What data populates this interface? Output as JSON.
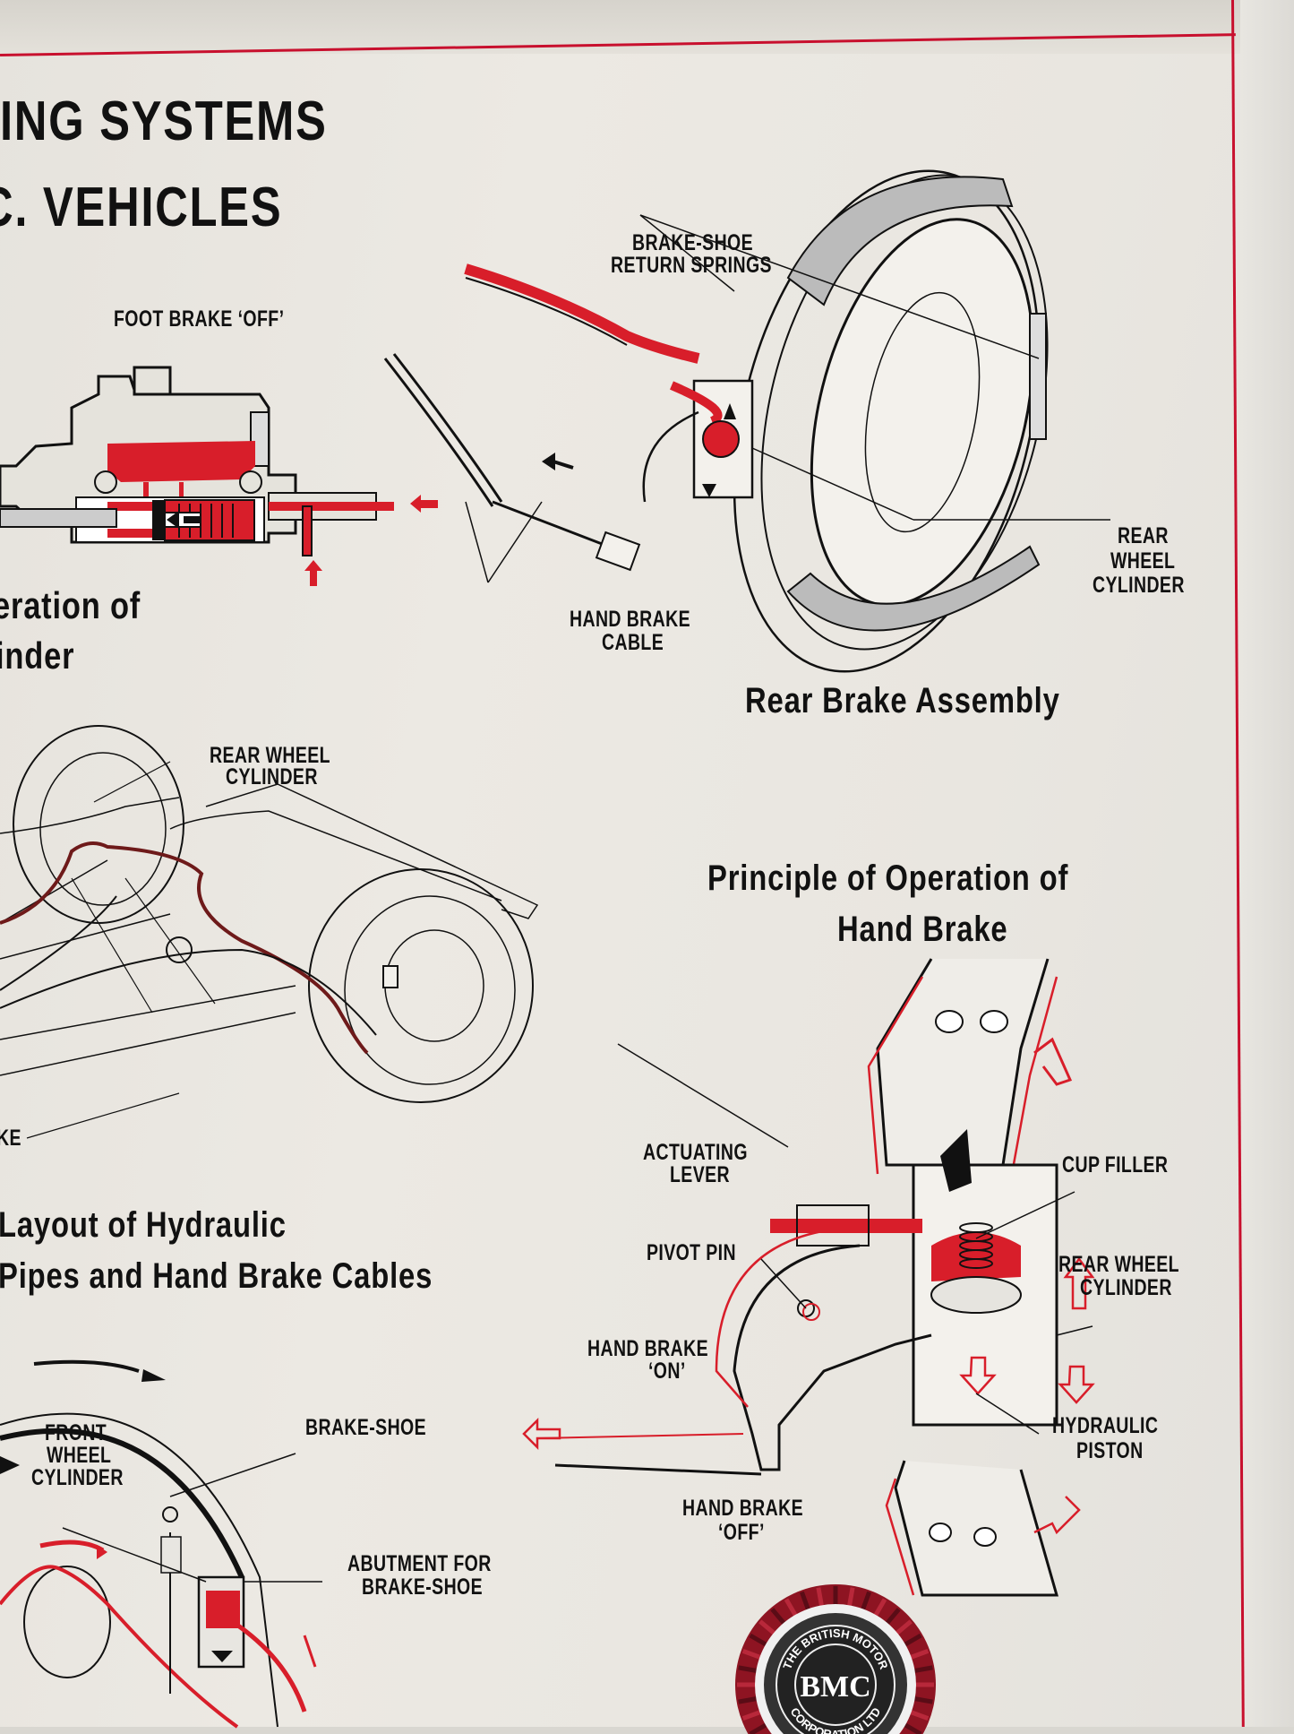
{
  "poster": {
    "title_line1": "ING SYSTEMS",
    "title_line2": "C. VEHICLES",
    "border_color": "#c8102e",
    "accent_red": "#d81e2a"
  },
  "master_cylinder": {
    "label_foot_brake": "FOOT BRAKE ‘OFF’",
    "heading_line1": "eration of",
    "heading_line2": "inder"
  },
  "rear_brake_assembly": {
    "label_return_springs_line1": "BRAKE-SHOE",
    "label_return_springs_line2": "RETURN SPRINGS",
    "label_hand_brake_cable_line1": "HAND BRAKE",
    "label_hand_brake_cable_line2": "CABLE",
    "label_rear_wheel_cylinder_line1": "REAR",
    "label_rear_wheel_cylinder_line2": "WHEEL",
    "label_rear_wheel_cylinder_line3": "CYLINDER",
    "heading": "Rear Brake Assembly"
  },
  "layout_diagram": {
    "label_rear_wheel_cylinder_line1": "REAR WHEEL",
    "label_rear_wheel_cylinder_line2": "CYLINDER",
    "label_partial": "KE",
    "heading_line1": "Layout of Hydraulic",
    "heading_line2": "Pipes and Hand Brake Cables"
  },
  "hand_brake_principle": {
    "heading_line1": "Principle of Operation of",
    "heading_line2": "Hand Brake",
    "label_actuating_lever_line1": "ACTUATING",
    "label_actuating_lever_line2": "LEVER",
    "label_cup_filler": "CUP FILLER",
    "label_pivot_pin": "PIVOT PIN",
    "label_rear_wheel_cylinder_line1": "REAR WHEEL",
    "label_rear_wheel_cylinder_line2": "CYLINDER",
    "label_hand_brake_on_line1": "HAND BRAKE",
    "label_hand_brake_on_line2": "‘ON’",
    "label_hydraulic_piston_line1": "HYDRAULIC",
    "label_hydraulic_piston_line2": "PISTON",
    "label_hand_brake_off_line1": "HAND BRAKE",
    "label_hand_brake_off_line2": "‘OFF’"
  },
  "front_brake": {
    "label_front_wheel_cylinder_line1": "FRONT",
    "label_front_wheel_cylinder_line2": "WHEEL",
    "label_front_wheel_cylinder_line3": "CYLINDER",
    "label_brake_shoe": "BRAKE-SHOE",
    "label_abutment_line1": "ABUTMENT FOR",
    "label_abutment_line2": "BRAKE-SHOE"
  },
  "logo": {
    "text_top": "THE BRITISH MOTOR",
    "text_center": "BMC",
    "text_bottom": "CORPORATION LTD",
    "ribbon_color": "#8e1422"
  }
}
